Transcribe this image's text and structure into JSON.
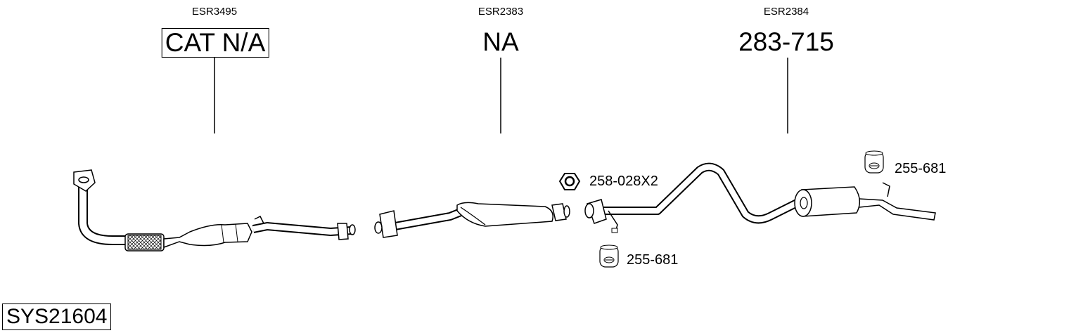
{
  "title": "SYS21604",
  "sections": [
    {
      "ref": "ESR3495",
      "part": "CAT N/A",
      "boxed": true
    },
    {
      "ref": "ESR2383",
      "part": "NA",
      "boxed": false
    },
    {
      "ref": "ESR2384",
      "part": "283-715",
      "boxed": false
    }
  ],
  "accessories": [
    {
      "icon": "nut-icon",
      "label": "258-028X2"
    },
    {
      "icon": "rubber-hanger-icon",
      "label": "255-681"
    },
    {
      "icon": "rubber-hanger-icon",
      "label": "255-681"
    }
  ],
  "colors": {
    "line": "#000000",
    "background": "#ffffff"
  }
}
